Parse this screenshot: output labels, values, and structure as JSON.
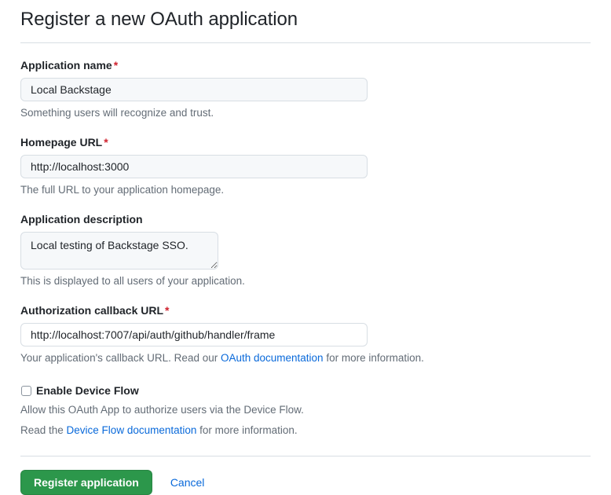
{
  "page": {
    "title": "Register a new OAuth application"
  },
  "fields": {
    "app_name": {
      "label": "Application name",
      "required_marker": "*",
      "value": "Local Backstage",
      "placeholder": "",
      "note": "Something users will recognize and trust."
    },
    "homepage_url": {
      "label": "Homepage URL",
      "required_marker": "*",
      "value": "http://localhost:3000",
      "placeholder": "",
      "note": "The full URL to your application homepage."
    },
    "app_description": {
      "label": "Application description",
      "value": "Local testing of Backstage SSO.",
      "placeholder": "Application description",
      "note": "This is displayed to all users of your application."
    },
    "callback_url": {
      "label": "Authorization callback URL",
      "required_marker": "*",
      "value": "http://localhost:7007/api/auth/github/handler/frame",
      "placeholder": "",
      "note_before": "Your application's callback URL. Read our ",
      "note_link": "OAuth documentation",
      "note_after": " for more information."
    }
  },
  "device_flow": {
    "checkbox_label": "Enable Device Flow",
    "checked": false,
    "note_line1": "Allow this OAuth App to authorize users via the Device Flow.",
    "note_line2_before": "Read the ",
    "note_line2_link": "Device Flow documentation",
    "note_line2_after": " for more information."
  },
  "actions": {
    "submit_label": "Register application",
    "cancel_label": "Cancel"
  },
  "colors": {
    "accent_green": "#2c974b",
    "link_blue": "#0969da",
    "required_red": "#cf222e",
    "text": "#1f2328",
    "muted_text": "#636c76",
    "border": "#d8dee4",
    "input_bg": "#f6f8fa"
  }
}
